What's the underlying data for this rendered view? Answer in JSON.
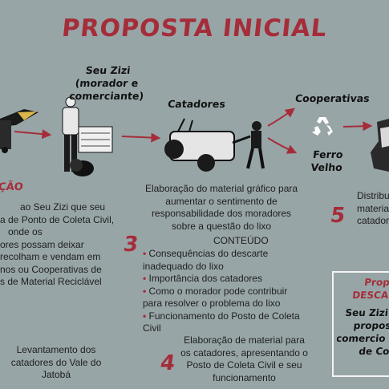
{
  "title": "PROPOSTA INICIAL",
  "actors": {
    "seu_zizi": [
      "Seu Zizi",
      "(morador e",
      "comerciante)"
    ],
    "catadores": "Catadores",
    "cooperativas": "Cooperativas",
    "ferro_velho": "Ferro Velho"
  },
  "left_section": {
    "heading_fragment": "ÇÃO",
    "lines": [
      "ao Seu Zizi que seu",
      "a de Ponto de Coleta Civil,",
      "onde os",
      "ores possam deixar",
      "recolham e vendam em",
      "nos ou Cooperativas de",
      "s de Material Reciclável"
    ]
  },
  "step3": {
    "number": "3",
    "intro": "Elaboração do material gráfico para aumentar o sentimento de responsabilidade dos moradores sobre a questão do lixo",
    "content_title": "CONTEÚDO",
    "items": [
      "Consequências do descarte inadequado do lixo",
      "Importância dos catadores",
      "Como o morador pode contribuir para resolver o problema do lixo",
      "Funcionamento do Posto de Coleta Civil"
    ]
  },
  "step4": {
    "number": "4",
    "text": "Elaboração de material para os catadores, apresentando o Posto de Coleta Civil e seu funcionamento"
  },
  "step5": {
    "number": "5",
    "lines": [
      "Distribu",
      "materia",
      "catadore"
    ]
  },
  "survey": {
    "text": "Levantamento dos catadores do Vale do Jatobá"
  },
  "right_box": {
    "heading": [
      "Prop",
      "DESCA"
    ],
    "lines": [
      "Seu Zizi n",
      "propost",
      "comercio vi",
      "de Col"
    ]
  },
  "colors": {
    "background": "#98a5a7",
    "accent_red": "#a52d3a",
    "text": "#1e1e1e",
    "box_border": "#f3f3f3"
  },
  "icons": [
    "truck-icon",
    "person-icon",
    "bags-icon",
    "cart-icon",
    "recycle-icon",
    "scrap-pile-icon"
  ]
}
